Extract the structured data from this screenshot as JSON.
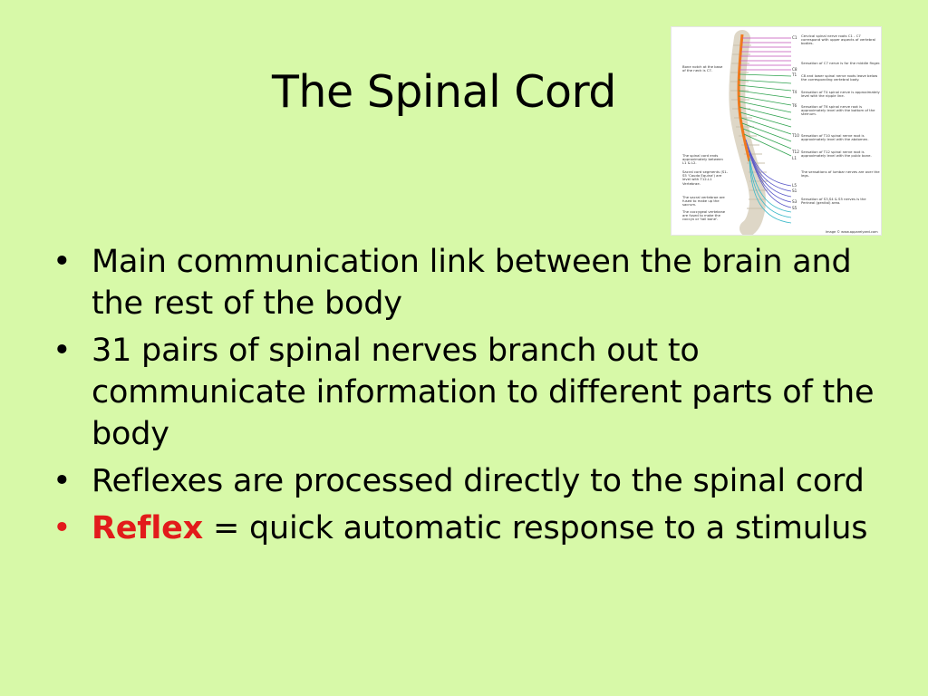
{
  "slide": {
    "title": "The Spinal Cord",
    "bullets": [
      {
        "text": "Main communication link between the brain and the rest of the body"
      },
      {
        "text": "31 pairs of spinal nerves branch out to communicate information to different parts of the body"
      },
      {
        "text": "Reflexes are processed directly to the spinal cord"
      },
      {
        "term": "Reflex",
        "text": " = quick automatic response to a stimulus"
      }
    ]
  },
  "diagram": {
    "segment_labels": [
      "C1",
      "C8",
      "T1",
      "T4",
      "T6",
      "T10",
      "T12",
      "L1",
      "L5",
      "S1",
      "S3",
      "S5"
    ],
    "notes_left": [
      "Bone notch at the base of the neck is C7.",
      "The spinal cord ends approximately between L1 & L2.",
      "Sacral cord segments (S1-S5 'Cauda Equina') are level with T12-L1 Vertebrae.",
      "The sacral vertebrae are fused to make up the sacrum.",
      "The coccygeal vertebrae are fused to make the coccyx or 'tail bone'."
    ],
    "notes_right": [
      "Cervical spinal nerve roots C1 - C7 correspond with upper aspects of vertebral bodies.",
      "Sensation of C7 nerve is for the middle finger.",
      "C8 and lower spinal nerve roots leave below the corresponding vertebral body.",
      "Sensation of T4 spinal nerve is approximately level with the nipple line.",
      "Sensation of T6 spinal nerve root is approximately level with the bottom of the sternum.",
      "Sensation of T10 spinal nerve root is approximately level with the abdomen.",
      "Sensation of T12 spinal nerve root is approximately level with the pubic bone.",
      "The sensations of lumbar nerves are over the legs.",
      "Sensation of S3,S4 & S5 nerves is the Perineal (genital) area."
    ],
    "credit": "Image © www.apparelyzed.com",
    "colors": {
      "cord": "#f07a1e",
      "cervical": "#c24fb8",
      "thoracic": "#2fa34f",
      "lumbar": "#5a58c9",
      "sacral": "#3cb9c9",
      "bone": "#ded7c7"
    }
  }
}
